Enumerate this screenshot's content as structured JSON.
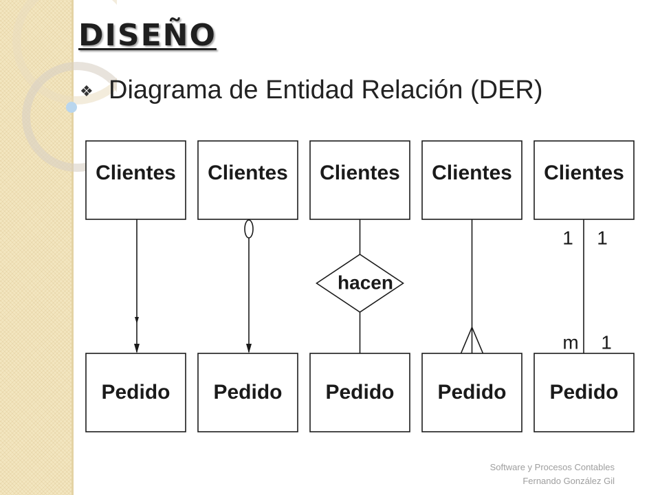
{
  "slide": {
    "title": "DISEÑO",
    "subtitle": "Diagrama de Entidad Relación (DER)",
    "bullet_icon": "diamond-bullet-icon"
  },
  "diagram": {
    "relationships": [
      {
        "notation": "arrow",
        "entity_top": "Clientes",
        "entity_bottom": "Pedido"
      },
      {
        "notation": "circle-arrow",
        "entity_top": "Clientes",
        "entity_bottom": "Pedido"
      },
      {
        "notation": "diamond",
        "entity_top": "Clientes",
        "entity_bottom": "Pedido",
        "relation_label": "hacen"
      },
      {
        "notation": "crows-foot",
        "entity_top": "Clientes",
        "entity_bottom": "Pedido"
      },
      {
        "notation": "cardinality",
        "entity_top": "Clientes",
        "entity_bottom": "Pedido",
        "labels": {
          "top_left": "1",
          "top_right": "1",
          "bottom_left": "m",
          "bottom_right": "1"
        }
      }
    ]
  },
  "footer": {
    "line1": "Software y Procesos Contables",
    "line2": "Fernando González Gil"
  }
}
